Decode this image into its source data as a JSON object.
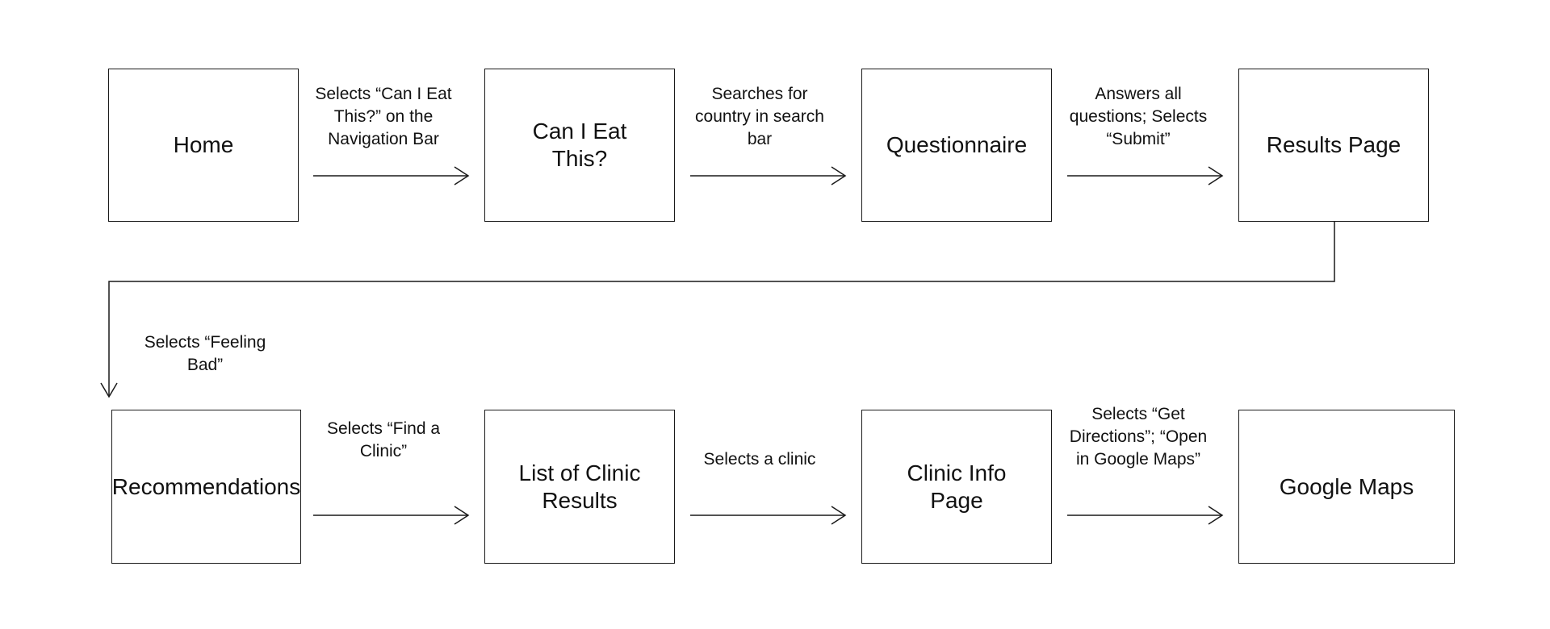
{
  "nodes": {
    "home": "Home",
    "can_i_eat_this": "Can I Eat This?",
    "questionnaire": "Questionnaire",
    "results_page": "Results Page",
    "recommendations": "Recommendations",
    "list_of_clinic_results": "List of Clinic Results",
    "clinic_info_page": "Clinic Info Page",
    "google_maps": "Google Maps"
  },
  "edges": {
    "home_to_can_i_eat_this": "Selects “Can I Eat This?” on the Navigation Bar",
    "can_i_eat_this_to_questionnaire": "Searches for country in search bar",
    "questionnaire_to_results_page": "Answers all questions; Selects “Submit”",
    "results_page_to_recommendations": "Selects “Feeling Bad”",
    "recommendations_to_list_of_clinic_results": "Selects “Find a Clinic”",
    "list_of_clinic_results_to_clinic_info_page": "Selects a clinic",
    "clinic_info_page_to_google_maps": "Selects “Get Directions”; “Open in Google Maps”"
  }
}
